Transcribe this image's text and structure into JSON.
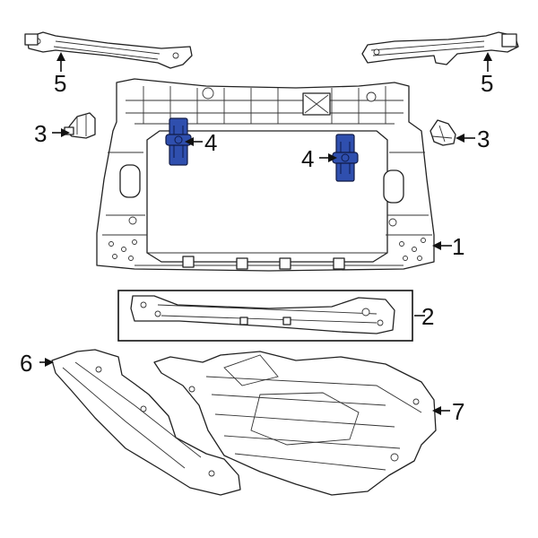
{
  "callouts": {
    "c1": "1",
    "c2": "2",
    "c3_left": "3",
    "c3_right": "3",
    "c4_left": "4",
    "c4_right": "4",
    "c5_left": "5",
    "c5_right": "5",
    "c6": "6",
    "c7": "7"
  },
  "colors": {
    "highlight": "#2f4fae",
    "line": "#222222"
  }
}
